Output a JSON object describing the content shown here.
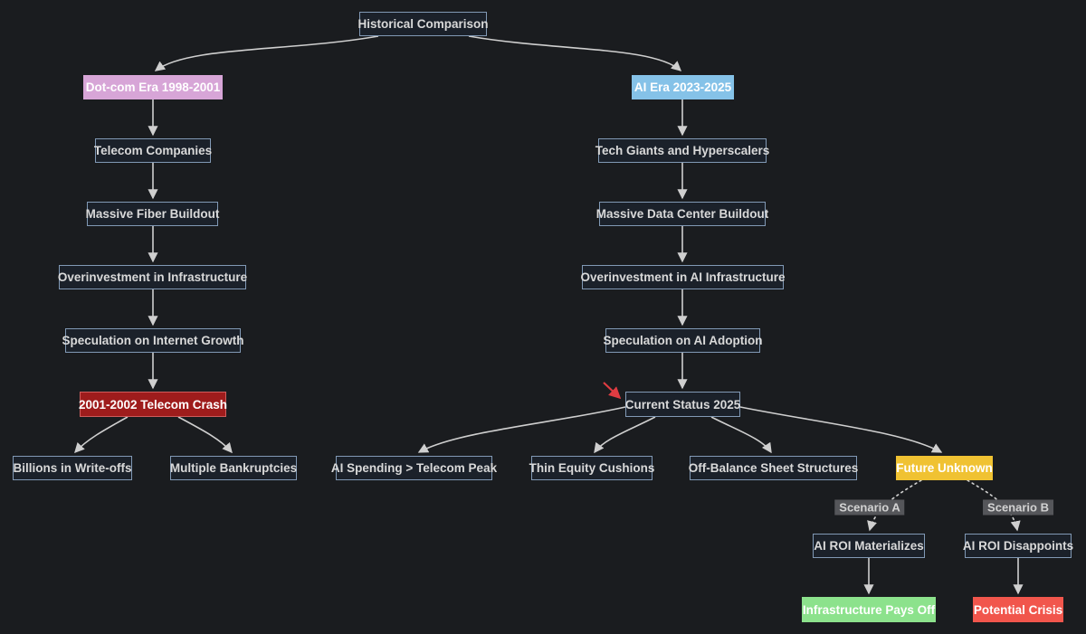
{
  "canvas": {
    "background": "#1a1c1f",
    "node_fill": "#1b212a",
    "node_border": "#8199b5",
    "node_text": "#d9d9d9",
    "edge_color": "#cfcfcf",
    "edge_label_bg": "#55565a",
    "annotation_arrow_color": "#e03c42"
  },
  "nodes": {
    "historical": {
      "label": "Historical Comparison"
    },
    "dotcom_era": {
      "label": "Dot-com Era 1998-2001",
      "fill": "#d7a5d7",
      "text": "#ffffff"
    },
    "telecom_companies": {
      "label": "Telecom Companies"
    },
    "massive_fiber": {
      "label": "Massive Fiber Buildout"
    },
    "overinvestment_infra": {
      "label": "Overinvestment in Infrastructure"
    },
    "speculation_internet": {
      "label": "Speculation on Internet Growth"
    },
    "telecom_crash": {
      "label": "2001-2002 Telecom Crash",
      "fill": "#9e1c1c",
      "border": "#cf5b5b",
      "text": "#ffffff"
    },
    "billions_writeoffs": {
      "label": "Billions in Write-offs"
    },
    "multiple_bankruptcies": {
      "label": "Multiple Bankruptcies"
    },
    "ai_era": {
      "label": "AI Era 2023-2025",
      "fill": "#85c2e8",
      "text": "#ffffff"
    },
    "tech_giants": {
      "label": "Tech Giants and Hyperscalers"
    },
    "massive_datacenter": {
      "label": "Massive Data Center Buildout"
    },
    "overinvestment_ai": {
      "label": "Overinvestment in AI Infrastructure"
    },
    "speculation_ai": {
      "label": "Speculation on AI Adoption"
    },
    "current_status": {
      "label": "Current Status 2025"
    },
    "ai_spending": {
      "label": "AI Spending > Telecom Peak"
    },
    "thin_equity": {
      "label": "Thin Equity Cushions"
    },
    "off_balance": {
      "label": "Off-Balance Sheet Structures"
    },
    "future_unknown": {
      "label": "Future Unknown",
      "fill": "#f0c232",
      "text": "#ffffff"
    },
    "ai_roi_materializes": {
      "label": "AI ROI Materializes"
    },
    "ai_roi_disappoints": {
      "label": "AI ROI Disappoints"
    },
    "infrastructure_pays_off": {
      "label": "Infrastructure Pays Off",
      "fill": "#8ce28c",
      "text": "#ffffff"
    },
    "potential_crisis": {
      "label": "Potential Crisis",
      "fill": "#f1564c",
      "text": "#ffffff"
    }
  },
  "edge_labels": {
    "scenario_a": "Scenario A",
    "scenario_b": "Scenario B"
  }
}
